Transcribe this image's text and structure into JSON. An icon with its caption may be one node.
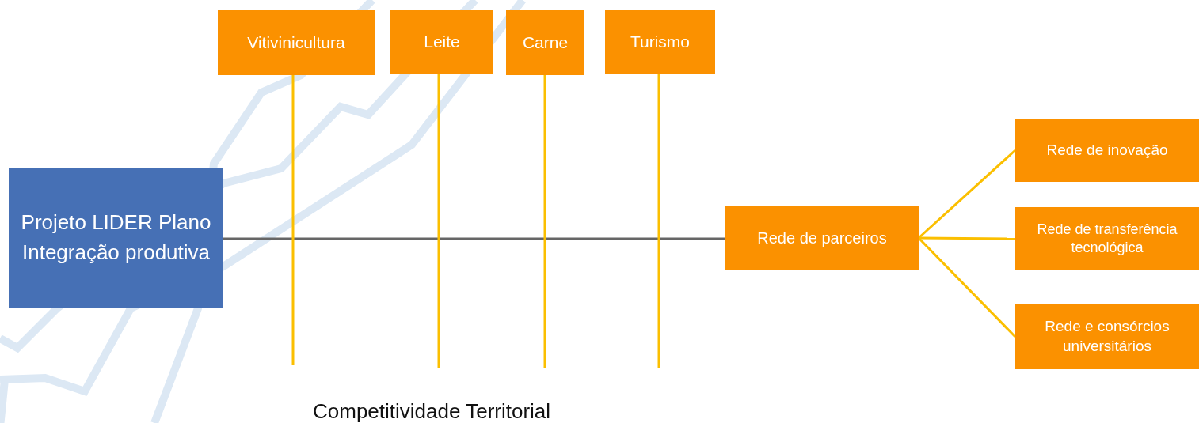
{
  "diagram": {
    "nodes": [
      {
        "text": [
          "Projeto LIDER Plano Integração produtiva"
        ]
      },
      {
        "text": [
          "Vitivinicultura"
        ]
      },
      {
        "text": [
          "Leite"
        ]
      },
      {
        "text": [
          "Carne"
        ]
      },
      {
        "text": [
          "Turismo"
        ]
      },
      {
        "text": [
          "Rede de parceiros"
        ]
      },
      {
        "text": [
          "Rede de inovação"
        ]
      },
      {
        "text": [
          "Rede de transferência tecnológica"
        ]
      },
      {
        "text": [
          "Rede e consórcios universitários"
        ]
      }
    ],
    "edges": [
      {
        "from": 0,
        "to": 5,
        "arrow": "none",
        "color": "#666666"
      },
      {
        "from": 1,
        "to": null,
        "arrow": "none"
      },
      {
        "from": 2,
        "to": null,
        "arrow": "none"
      },
      {
        "from": 3,
        "to": null,
        "arrow": "none"
      },
      {
        "from": 4,
        "to": null,
        "arrow": "none"
      },
      {
        "from": 5,
        "to": 6,
        "arrow": "none"
      },
      {
        "from": 5,
        "to": 7,
        "arrow": "none"
      },
      {
        "from": 5,
        "to": 8,
        "arrow": "none"
      }
    ],
    "labels": [
      "Competitividade Territorial"
    ]
  }
}
